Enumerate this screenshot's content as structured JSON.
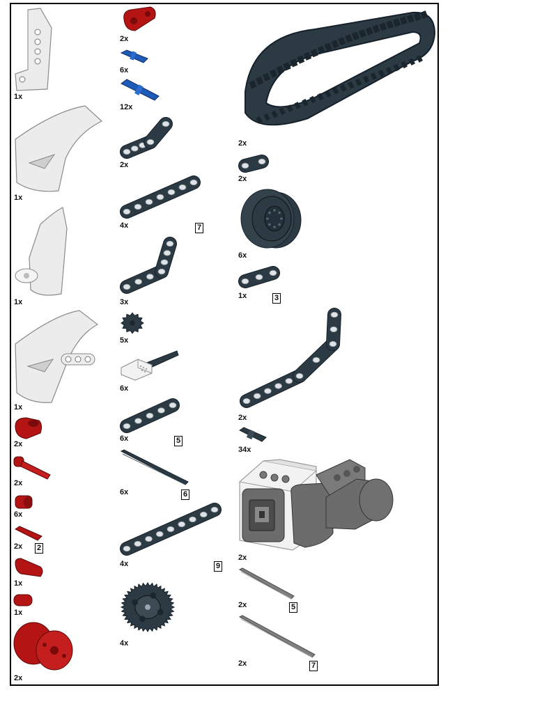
{
  "colors": {
    "white_part": "#ececec",
    "white_edge": "#8a8a8a",
    "dark_part": "#2c3a44",
    "dark_edge": "#15202a",
    "red_part": "#b51414",
    "red_edge": "#5a0808",
    "blue_part": "#1e5bb8",
    "grey_part": "#808080",
    "grey_dark": "#5e5e5e"
  },
  "parts": {
    "white_panel_tall": {
      "qty": "1x",
      "icon": "white-panel-tall-icon"
    },
    "white_panel_curved": {
      "qty": "1x",
      "icon": "white-panel-curved-icon"
    },
    "white_panel_fin": {
      "qty": "1x",
      "icon": "white-panel-fin-icon"
    },
    "white_panel_wide": {
      "qty": "1x",
      "icon": "white-panel-wide-icon"
    },
    "red_connector_top": {
      "qty": "2x",
      "icon": "red-axle-connector-icon"
    },
    "blue_pin_short": {
      "qty": "6x",
      "icon": "blue-pin-short-icon"
    },
    "blue_pin_long": {
      "qty": "12x",
      "icon": "blue-pin-long-icon"
    },
    "dark_l_beam_small": {
      "qty": "2x",
      "icon": "dark-l-beam-small-icon"
    },
    "dark_beam_7": {
      "qty": "4x",
      "icon": "dark-beam-7-icon",
      "length": "7"
    },
    "dark_l_beam_large": {
      "qty": "3x",
      "icon": "dark-l-beam-large-icon"
    },
    "dark_gear_small": {
      "qty": "5x",
      "icon": "dark-gear-small-icon"
    },
    "cable": {
      "qty": "6x",
      "icon": "cable-icon"
    },
    "dark_beam_5": {
      "qty": "6x",
      "icon": "dark-beam-5-icon",
      "length": "5"
    },
    "dark_axle_6": {
      "qty": "6x",
      "icon": "dark-axle-6-icon",
      "length": "6"
    },
    "dark_beam_9": {
      "qty": "4x",
      "icon": "dark-beam-9-icon",
      "length": "9"
    },
    "dark_gear_large": {
      "qty": "4x",
      "icon": "dark-gear-large-icon"
    },
    "track": {
      "qty": "2x",
      "icon": "track-icon"
    },
    "dark_beam_2": {
      "qty": "2x",
      "icon": "dark-beam-2-icon"
    },
    "dark_hub": {
      "qty": "6x",
      "icon": "dark-hub-icon"
    },
    "dark_beam_3": {
      "qty": "1x",
      "icon": "dark-beam-3-icon",
      "length": "3"
    },
    "dark_bent_beam": {
      "qty": "2x",
      "icon": "dark-bent-beam-icon"
    },
    "dark_pin_axle": {
      "qty": "34x",
      "icon": "dark-pin-axle-icon"
    },
    "motor": {
      "qty": "2x",
      "icon": "large-motor-icon"
    },
    "grey_axle_5": {
      "qty": "2x",
      "icon": "grey-axle-5-icon",
      "length": "5"
    },
    "grey_axle_7": {
      "qty": "2x",
      "icon": "grey-axle-7-icon",
      "length": "7"
    },
    "red_connector": {
      "qty": "2x",
      "icon": "red-connector-icon"
    },
    "red_axle_pin": {
      "qty": "2x",
      "icon": "red-axle-pin-icon"
    },
    "red_bush": {
      "qty": "6x",
      "icon": "red-bush-icon"
    },
    "red_axle_2": {
      "qty": "2x",
      "icon": "red-axle-2-icon",
      "length": "2"
    },
    "red_connector_long": {
      "qty": "1x",
      "icon": "red-connector-long-icon"
    },
    "red_connector_short": {
      "qty": "1x",
      "icon": "red-connector-short-icon"
    },
    "red_rotor": {
      "qty": "2x",
      "icon": "red-rotor-icon"
    }
  }
}
